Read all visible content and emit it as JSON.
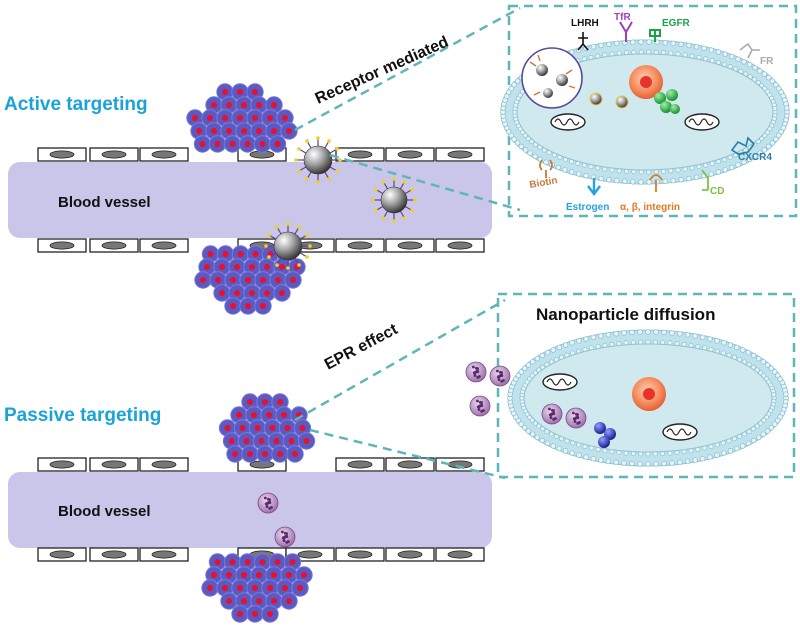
{
  "colors": {
    "accent_label": "#1aa3d9",
    "vessel": "#c9c6ea",
    "cell_body": "#5b5ac2",
    "nucleus_dot": "#e8102a",
    "dashed_callout": "#5fb6b8",
    "cell_membrane": "#bfe2ec",
    "cell_interior": "#cfe9ef"
  },
  "top_panel": {
    "title": "Active targeting",
    "vessel_label": "Blood vessel",
    "callout_label": "Receptor mediated",
    "receptors": [
      {
        "label": "LHRH",
        "color": "#111111",
        "icon": "lhrh-receptor-icon"
      },
      {
        "label": "TfR",
        "color": "#a040b8",
        "icon": "tfr-receptor-icon"
      },
      {
        "label": "EGFR",
        "color": "#1aa34a",
        "icon": "egfr-receptor-icon"
      },
      {
        "label": "FR",
        "color": "#a9a9a9",
        "icon": "fr-receptor-icon"
      },
      {
        "label": "CXCR4",
        "color": "#2a7fa8",
        "icon": "cxcr4-receptor-icon"
      },
      {
        "label": "CD",
        "color": "#7cc242",
        "icon": "cd-receptor-icon"
      },
      {
        "label": "Biotin",
        "color": "#c87a3a",
        "icon": "biotin-receptor-icon"
      },
      {
        "label": "Estrogen",
        "color": "#2aa0e0",
        "icon": "estrogen-receptor-icon"
      },
      {
        "label": "α, β, integrin",
        "color": "#e07a20",
        "icon": "integrin-receptor-icon"
      }
    ]
  },
  "bottom_panel": {
    "title": "Passive targeting",
    "vessel_label": "Blood vessel",
    "callout_label": "EPR effect",
    "diffusion_label": "Nanoparticle diffusion"
  }
}
